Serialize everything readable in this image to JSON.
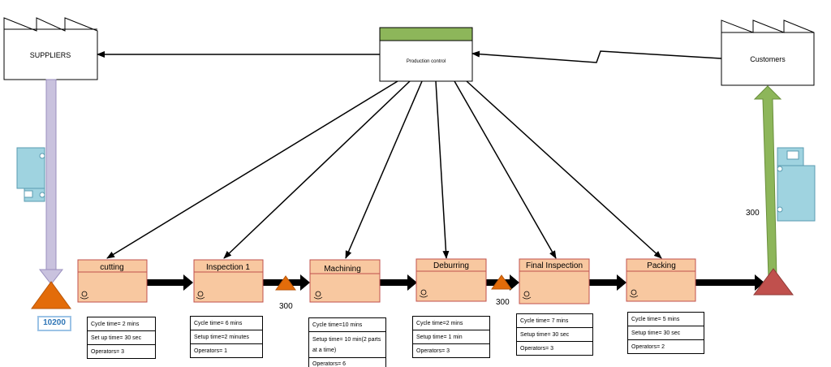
{
  "suppliers": {
    "label": "SUPPLIERS"
  },
  "customers": {
    "label": "Customers"
  },
  "production_control": {
    "label": "Production control"
  },
  "processes": [
    {
      "name": "cutting",
      "data": [
        "Cycle time= 2 mins",
        "Set up time= 30 sec",
        "Operators= 3"
      ]
    },
    {
      "name": "Inspection 1",
      "data": [
        "Cycle time= 6 mins",
        "Setup time=2 minutes",
        "Operators= 1"
      ]
    },
    {
      "name": "Machining",
      "data": [
        "Cycle  time=10 mins",
        "Setup time= 10 min(2 parts at a time)",
        "Operators= 6"
      ]
    },
    {
      "name": "Deburring",
      "data": [
        "Cycle  time=2 mins",
        "Setup time= 1 min",
        "Operators= 3"
      ]
    },
    {
      "name": "Final Inspection",
      "data": [
        "Cycle  time= 7 mins",
        "Setup time= 30 sec",
        "Operators= 3"
      ]
    },
    {
      "name": "Packing",
      "data": [
        "Cycle  time= 5 mins",
        "Setup time= 30 sec",
        "Operators= 2"
      ]
    }
  ],
  "inventory": {
    "raw": "10200",
    "after_inspection": "300",
    "after_deburring": "300",
    "shipping": "300"
  },
  "colors": {
    "process_fill": "#f8c8a0",
    "process_border": "#c0504d",
    "inventory_orange": "#e36c0a",
    "inventory_red": "#c0504d",
    "supplier_arrow": "#c9c2de",
    "customer_arrow": "#8db65a",
    "header_green": "#8db65a",
    "truck": "#9fd3e0"
  }
}
